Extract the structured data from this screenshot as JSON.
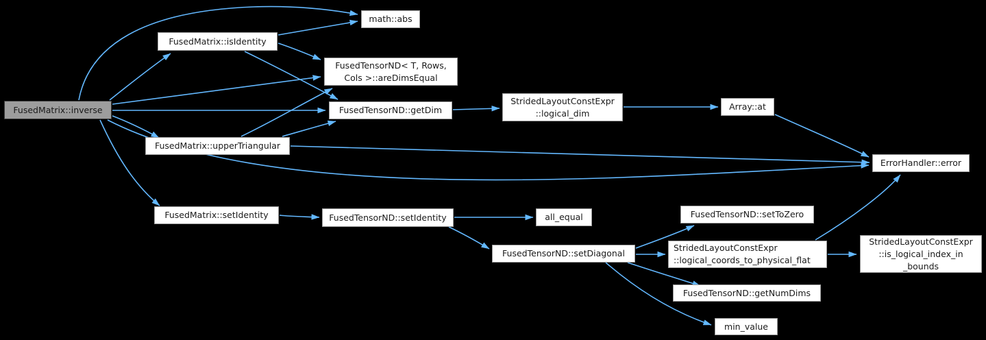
{
  "diagram": {
    "kind": "call-graph",
    "root_function": "FusedMatrix::inverse"
  },
  "colors": {
    "background": "#000000",
    "arrow": "#63b8ff",
    "node_fill": "#ffffff",
    "node_border": "#9b9b9b",
    "node_text": "#1a1a1a",
    "current_node_fill": "#9d9d9d",
    "current_node_border": "#3c3c3c"
  },
  "graph": {
    "nodes": [
      {
        "id": "fusedmatrix-inverse",
        "label": "FusedMatrix::inverse",
        "current": true
      },
      {
        "id": "math-abs",
        "label": "math::abs",
        "current": false
      },
      {
        "id": "fusedmatrix-isidentity",
        "label": "FusedMatrix::isIdentity",
        "current": false
      },
      {
        "id": "fusedtensornd-aredimsequal",
        "label": "FusedTensorND< T, Rows,\nCols >::areDimsEqual",
        "current": false
      },
      {
        "id": "fusedtensornd-getdim",
        "label": "FusedTensorND::getDim",
        "current": false
      },
      {
        "id": "stridedlayout-logical-dim",
        "label": "StridedLayoutConstExpr\n::logical_dim",
        "current": false
      },
      {
        "id": "array-at",
        "label": "Array::at",
        "current": false
      },
      {
        "id": "fusedmatrix-uppertriangular",
        "label": "FusedMatrix::upperTriangular",
        "current": false
      },
      {
        "id": "errorhandler-error",
        "label": "ErrorHandler::error",
        "current": false
      },
      {
        "id": "fusedmatrix-setidentity",
        "label": "FusedMatrix::setIdentity",
        "current": false
      },
      {
        "id": "fusedtensornd-setidentity",
        "label": "FusedTensorND::setIdentity",
        "current": false
      },
      {
        "id": "all-equal",
        "label": "all_equal",
        "current": false
      },
      {
        "id": "fusedtensornd-setdiagonal",
        "label": "FusedTensorND::setDiagonal",
        "current": false
      },
      {
        "id": "fusedtensornd-settozero",
        "label": "FusedTensorND::setToZero",
        "current": false
      },
      {
        "id": "stridedlayout-logical-coords-to-physical-flat",
        "label": "StridedLayoutConstExpr\n::logical_coords_to_physical_flat",
        "current": false
      },
      {
        "id": "stridedlayout-is-logical-index-in-bounds",
        "label": "StridedLayoutConstExpr\n::is_logical_index_in\n_bounds",
        "current": false
      },
      {
        "id": "fusedtensornd-getnumdims",
        "label": "FusedTensorND::getNumDims",
        "current": false
      },
      {
        "id": "min-value",
        "label": "min_value",
        "current": false
      }
    ],
    "edges": [
      {
        "from": "fusedmatrix-inverse",
        "to": "math-abs"
      },
      {
        "from": "fusedmatrix-inverse",
        "to": "fusedmatrix-isidentity"
      },
      {
        "from": "fusedmatrix-inverse",
        "to": "fusedtensornd-aredimsequal"
      },
      {
        "from": "fusedmatrix-inverse",
        "to": "fusedtensornd-getdim"
      },
      {
        "from": "fusedmatrix-inverse",
        "to": "fusedmatrix-uppertriangular"
      },
      {
        "from": "fusedmatrix-inverse",
        "to": "fusedmatrix-setidentity"
      },
      {
        "from": "fusedmatrix-inverse",
        "to": "errorhandler-error"
      },
      {
        "from": "fusedmatrix-isidentity",
        "to": "math-abs"
      },
      {
        "from": "fusedmatrix-isidentity",
        "to": "fusedtensornd-aredimsequal"
      },
      {
        "from": "fusedmatrix-isidentity",
        "to": "fusedtensornd-getdim"
      },
      {
        "from": "fusedmatrix-uppertriangular",
        "to": "fusedtensornd-aredimsequal"
      },
      {
        "from": "fusedmatrix-uppertriangular",
        "to": "fusedtensornd-getdim"
      },
      {
        "from": "fusedmatrix-uppertriangular",
        "to": "errorhandler-error"
      },
      {
        "from": "fusedtensornd-getdim",
        "to": "stridedlayout-logical-dim"
      },
      {
        "from": "stridedlayout-logical-dim",
        "to": "array-at"
      },
      {
        "from": "array-at",
        "to": "errorhandler-error"
      },
      {
        "from": "fusedmatrix-setidentity",
        "to": "fusedtensornd-setidentity"
      },
      {
        "from": "fusedtensornd-setidentity",
        "to": "all-equal"
      },
      {
        "from": "fusedtensornd-setidentity",
        "to": "fusedtensornd-setdiagonal"
      },
      {
        "from": "fusedtensornd-setdiagonal",
        "to": "fusedtensornd-settozero"
      },
      {
        "from": "fusedtensornd-setdiagonal",
        "to": "stridedlayout-logical-coords-to-physical-flat"
      },
      {
        "from": "fusedtensornd-setdiagonal",
        "to": "fusedtensornd-getnumdims"
      },
      {
        "from": "fusedtensornd-setdiagonal",
        "to": "min-value"
      },
      {
        "from": "stridedlayout-logical-coords-to-physical-flat",
        "to": "stridedlayout-is-logical-index-in-bounds"
      },
      {
        "from": "stridedlayout-logical-coords-to-physical-flat",
        "to": "errorhandler-error"
      }
    ]
  }
}
